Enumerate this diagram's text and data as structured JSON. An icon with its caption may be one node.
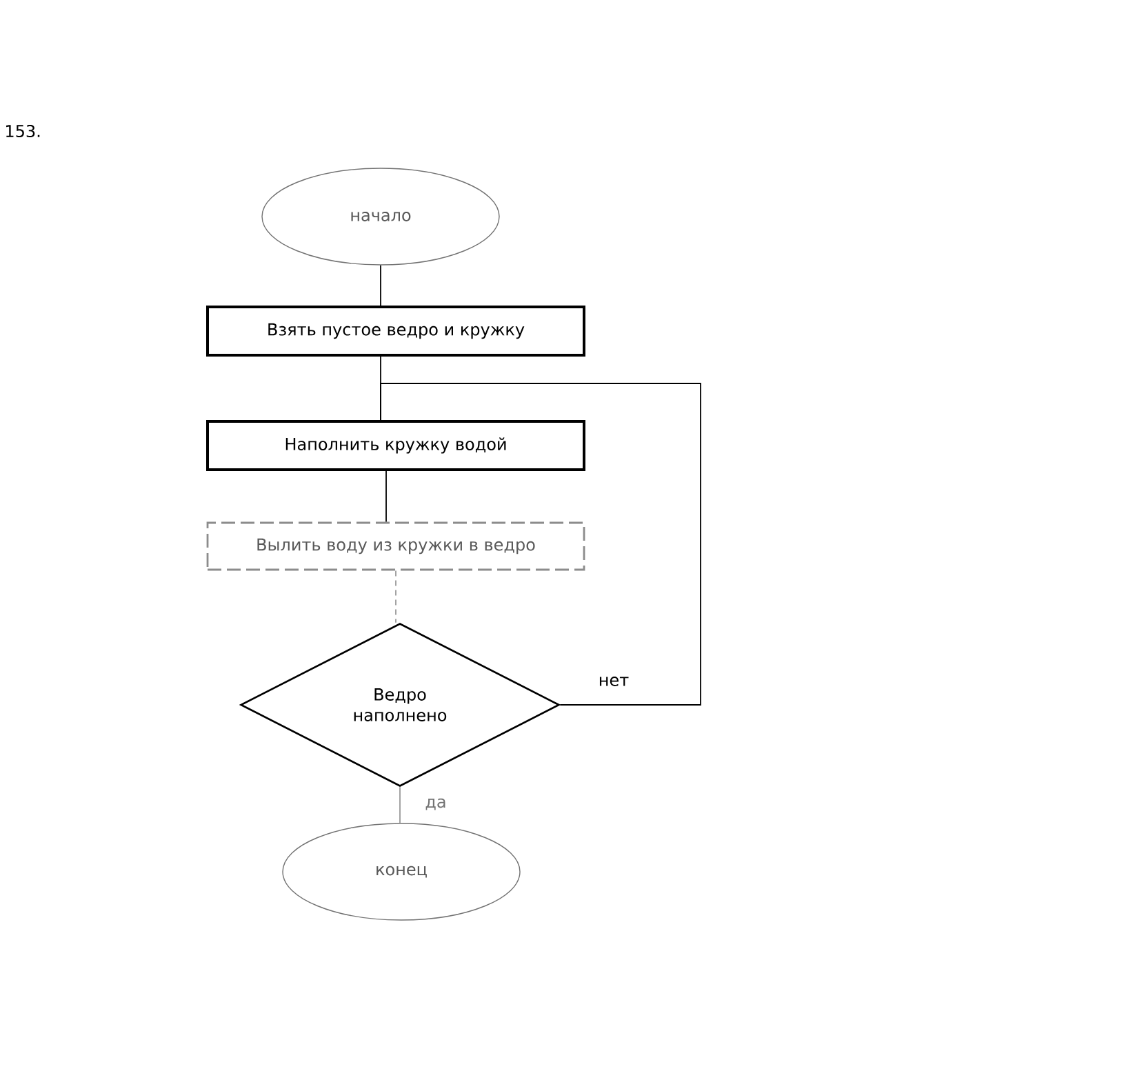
{
  "diagram": {
    "nodes": [
      {
        "text": [
          "начало"
        ]
      },
      {
        "text": [
          "Взять пустое ведро и кружку"
        ]
      },
      {
        "text": [
          "Наполнить кружку водой"
        ]
      },
      {
        "text": [
          "Вылить воду из кружки в ведро"
        ]
      },
      {
        "text": [
          "Ведро наполнено"
        ]
      },
      {
        "text": [
          "конец"
        ]
      }
    ],
    "edges": [
      {
        "from": 0,
        "to": 1,
        "arrow": "none"
      },
      {
        "from": 1,
        "to": 2,
        "arrow": "none"
      },
      {
        "from": 2,
        "to": 3,
        "arrow": "none"
      },
      {
        "from": 3,
        "to": 4,
        "arrow": "none",
        "style": "dashed",
        "color": "#999999"
      },
      {
        "from": 4,
        "to": 5,
        "arrow": "none",
        "label": "да",
        "color": "#999999"
      },
      {
        "from": 4,
        "to": 2,
        "arrow": "none",
        "label": "нет"
      }
    ],
    "labels": [
      "153."
    ]
  }
}
